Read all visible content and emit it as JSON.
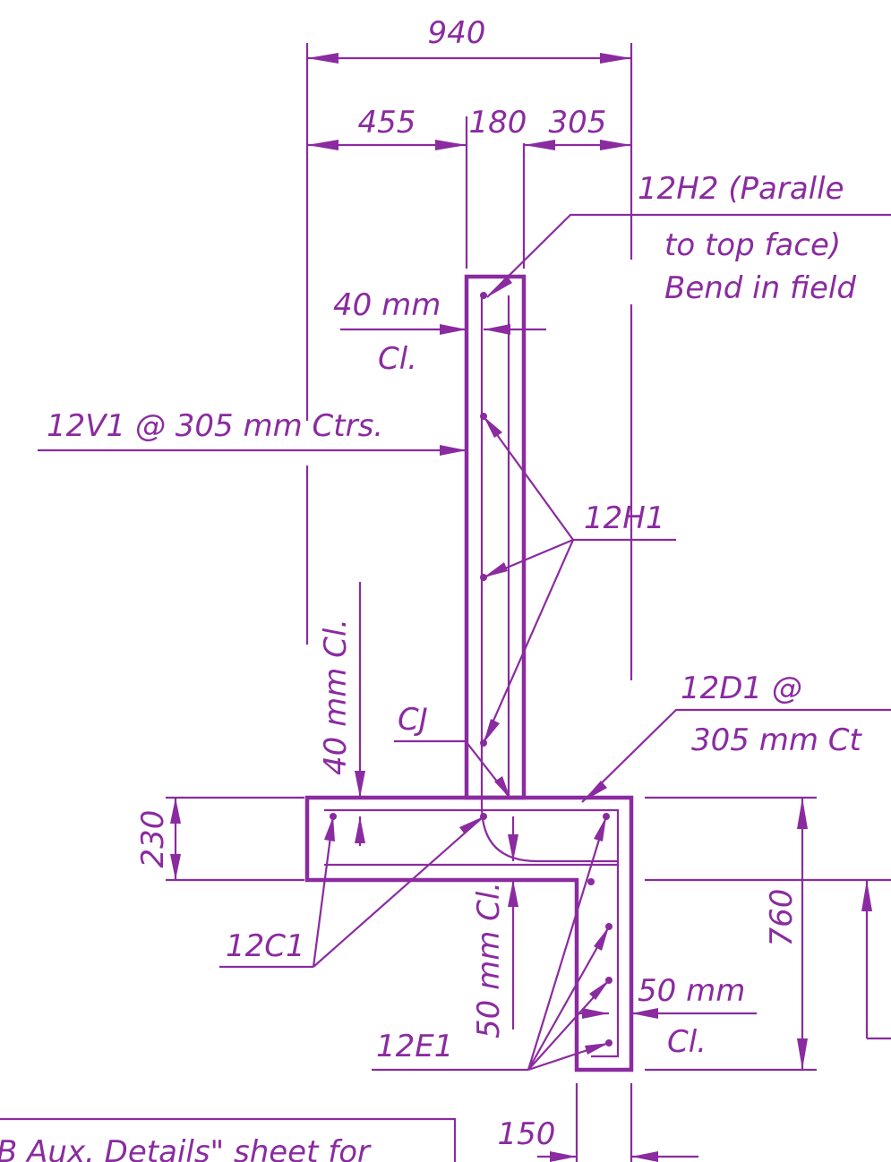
{
  "colors": {
    "ink": "#8a2ba0",
    "paper": "#ffffff"
  },
  "dimensions": {
    "overall_width": "940",
    "left_width": "455",
    "stem_width": "180",
    "right_width": "305",
    "slab_thickness": "230",
    "total_depth": "760",
    "key_width": "150"
  },
  "labels": {
    "h2_line1": "12H2 (Paralle",
    "h2_line2": "to top face)",
    "h2_line3": "Bend in field",
    "clear_40_top_a": "40 mm",
    "clear_40_top_b": "Cl.",
    "v1": "12V1 @ 305 mm Ctrs.",
    "h1": "12H1",
    "clear_40_vertical": "40 mm Cl.",
    "cj": "CJ",
    "d1_line1": "12D1 @",
    "d1_line2": "305 mm Ct",
    "c1": "12C1",
    "e1": "12E1",
    "clear_50_vertical": "50 mm Cl.",
    "clear_50_a": "50 mm",
    "clear_50_b": "Cl.",
    "note": "B Aux. Details\" sheet for"
  }
}
